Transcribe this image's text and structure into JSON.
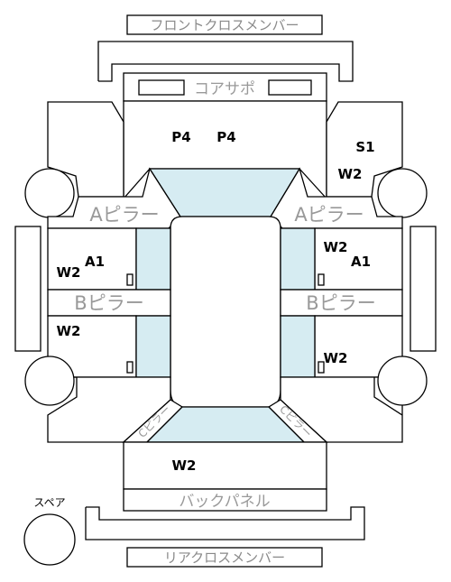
{
  "labels": {
    "front_cross_member": "フロントクロスメンバー",
    "core_support": "コアサポ",
    "a_pillar": "Aピラー",
    "b_pillar": "Bピラー",
    "c_pillar": "Cピラー",
    "back_panel": "バックパネル",
    "rear_cross_member": "リアクロスメンバー",
    "spare": "スペア"
  },
  "codes": {
    "core_left": "P4",
    "core_right": "P4",
    "front_right_fender_top": "S1",
    "front_right_fender_bottom": "W2",
    "front_left_door_code": "A1",
    "front_left_door_w": "W2",
    "front_right_door_w": "W2",
    "front_right_door_code": "A1",
    "rear_left_door": "W2",
    "rear_right_door": "W2",
    "trunk": "W2"
  },
  "colors": {
    "glass": "#d6ecf2",
    "line": "#000000",
    "label_gray": "#999999"
  }
}
